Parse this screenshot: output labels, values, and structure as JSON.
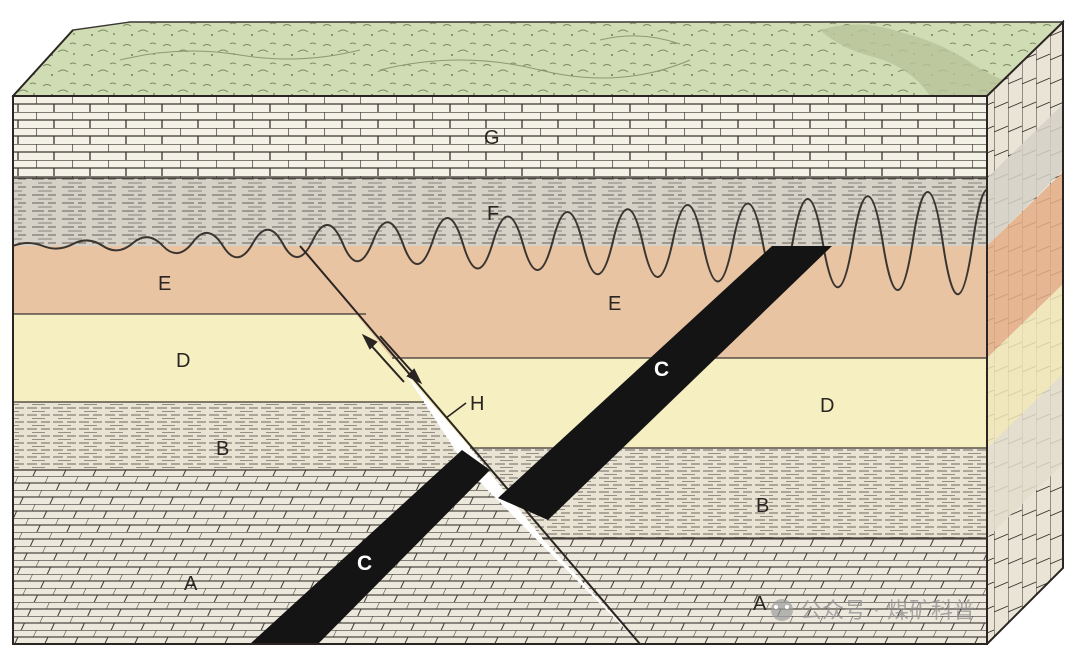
{
  "labels": {
    "g": "G",
    "f": "F",
    "e_left": "E",
    "e_right": "E",
    "d_left": "D",
    "d_right": "D",
    "b_left": "B",
    "b_right": "B",
    "a_left": "A",
    "a_right": "A",
    "c_upper": "C",
    "c_lower": "C",
    "h": "H"
  },
  "watermark": "公众号 · 煤矿科普",
  "colors": {
    "surface": "#cfdcb4",
    "limestone_g": "#f4f1e6",
    "shale_f": "#d5d1c7",
    "layer_e": "#e9c4a3",
    "layer_d": "#f5efc2",
    "layer_b": "#e8e3d2",
    "layer_a": "#ece8dc",
    "dike_c": "#141414",
    "ink": "#2a2522"
  }
}
